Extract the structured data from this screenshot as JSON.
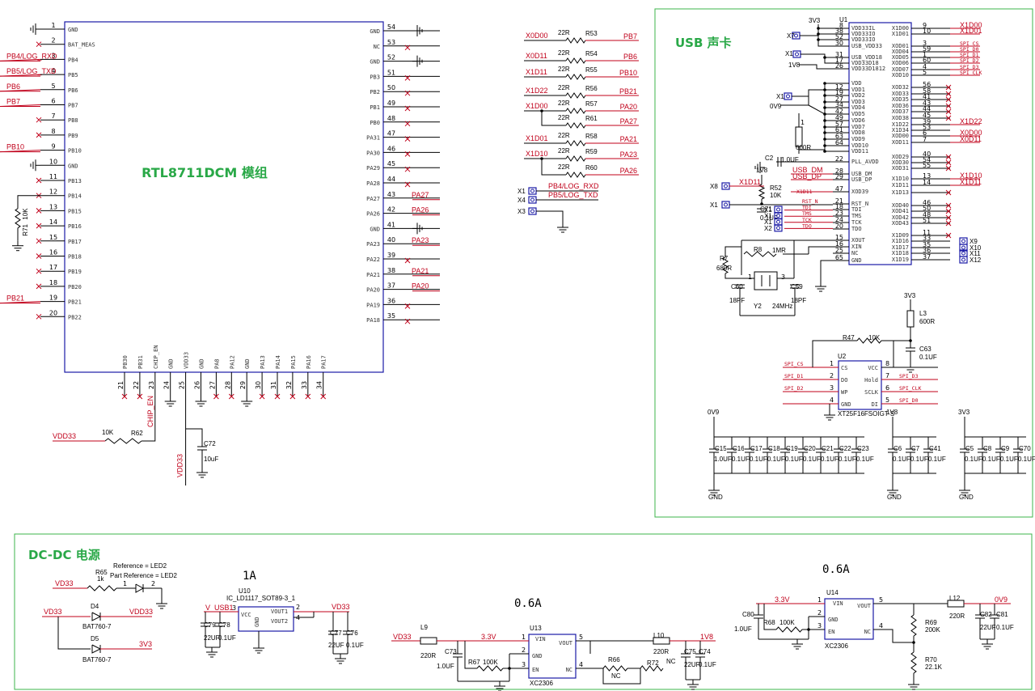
{
  "module": {
    "title": "RTL8711DCM 模组",
    "left_pins": [
      {
        "num": "1",
        "name": "GND",
        "net": ""
      },
      {
        "num": "2",
        "name": "BAT_MEAS",
        "net": ""
      },
      {
        "num": "3",
        "name": "PB4",
        "net": "PB4/LOG_RXD"
      },
      {
        "num": "4",
        "name": "PB5",
        "net": "PB5/LOG_TXD"
      },
      {
        "num": "5",
        "name": "PB6",
        "net": "PB6"
      },
      {
        "num": "6",
        "name": "PB7",
        "net": "PB7"
      },
      {
        "num": "7",
        "name": "PB8",
        "net": ""
      },
      {
        "num": "8",
        "name": "PB9",
        "net": ""
      },
      {
        "num": "9",
        "name": "PB10",
        "net": "PB10"
      },
      {
        "num": "10",
        "name": "GND",
        "net": ""
      },
      {
        "num": "11",
        "name": "PB13",
        "net": ""
      },
      {
        "num": "12",
        "name": "PB14",
        "net": ""
      },
      {
        "num": "13",
        "name": "PB15",
        "net": ""
      },
      {
        "num": "14",
        "name": "PB16",
        "net": ""
      },
      {
        "num": "15",
        "name": "PB17",
        "net": ""
      },
      {
        "num": "16",
        "name": "PB18",
        "net": ""
      },
      {
        "num": "17",
        "name": "PB19",
        "net": ""
      },
      {
        "num": "18",
        "name": "PB20",
        "net": ""
      },
      {
        "num": "19",
        "name": "PB21",
        "net": "PB21"
      },
      {
        "num": "20",
        "name": "PB22",
        "net": ""
      }
    ],
    "right_pins": [
      {
        "num": "54",
        "name": "GND",
        "net": ""
      },
      {
        "num": "53",
        "name": "NC",
        "net": ""
      },
      {
        "num": "52",
        "name": "GND",
        "net": ""
      },
      {
        "num": "51",
        "name": "PB3",
        "net": ""
      },
      {
        "num": "50",
        "name": "PB2",
        "net": ""
      },
      {
        "num": "49",
        "name": "PB1",
        "net": ""
      },
      {
        "num": "48",
        "name": "PB0",
        "net": ""
      },
      {
        "num": "47",
        "name": "PA31",
        "net": ""
      },
      {
        "num": "46",
        "name": "PA30",
        "net": ""
      },
      {
        "num": "45",
        "name": "PA29",
        "net": ""
      },
      {
        "num": "44",
        "name": "PA28",
        "net": ""
      },
      {
        "num": "43",
        "name": "PA27",
        "net": "PA27"
      },
      {
        "num": "42",
        "name": "PA26",
        "net": "PA26"
      },
      {
        "num": "41",
        "name": "GND",
        "net": ""
      },
      {
        "num": "40",
        "name": "PA23",
        "net": "PA23"
      },
      {
        "num": "39",
        "name": "PA22",
        "net": ""
      },
      {
        "num": "38",
        "name": "PA21",
        "net": "PA21"
      },
      {
        "num": "37",
        "name": "PA20",
        "net": "PA20"
      },
      {
        "num": "36",
        "name": "PA19",
        "net": ""
      },
      {
        "num": "35",
        "name": "PA18",
        "net": ""
      }
    ],
    "bottom_pins": [
      {
        "num": "21",
        "name": "PB30"
      },
      {
        "num": "22",
        "name": "PB31"
      },
      {
        "num": "23",
        "name": "CHIP_EN"
      },
      {
        "num": "24",
        "name": "GND"
      },
      {
        "num": "25",
        "name": "VDD33"
      },
      {
        "num": "26",
        "name": "GND"
      },
      {
        "num": "27",
        "name": "PA8"
      },
      {
        "num": "28",
        "name": "PA12"
      },
      {
        "num": "29",
        "name": "GND"
      },
      {
        "num": "30",
        "name": "PA13"
      },
      {
        "num": "31",
        "name": "PA14"
      },
      {
        "num": "32",
        "name": "PA15"
      },
      {
        "num": "33",
        "name": "PA16"
      },
      {
        "num": "34",
        "name": "PA17"
      }
    ],
    "r71": {
      "ref": "R71",
      "val": "10K"
    },
    "r62": {
      "ref": "R62",
      "val": "10K",
      "net": "VDD33"
    },
    "chip_en_net": "CHIP_EN",
    "c72": {
      "ref": "C72",
      "val": "10uF"
    },
    "vdd33_net": "VDD33"
  },
  "resistor_array": [
    {
      "left": "X0D00",
      "val": "22R",
      "ref": "R53",
      "right": "PB7"
    },
    {
      "left": "X0D11",
      "val": "22R",
      "ref": "R54",
      "right": "PB6"
    },
    {
      "left": "X1D11",
      "val": "22R",
      "ref": "R55",
      "right": "PB10"
    },
    {
      "left": "X1D22",
      "val": "22R",
      "ref": "R56",
      "right": "PB21"
    },
    {
      "left": "X1D00",
      "val": "22R",
      "ref": "R57",
      "right": "PA20"
    },
    {
      "left": "",
      "val": "22R",
      "ref": "R61",
      "right": "PA27"
    },
    {
      "left": "X1D01",
      "val": "22R",
      "ref": "R58",
      "right": "PA21"
    },
    {
      "left": "X1D10",
      "val": "22R",
      "ref": "R59",
      "right": "PA23"
    },
    {
      "left": "",
      "val": "22R",
      "ref": "R60",
      "right": "PA26"
    }
  ],
  "headers": {
    "x1": "X1",
    "x4": "X4",
    "x3": "X3",
    "rxd": "PB4/LOG_RXD",
    "txd": "PB5/LOG_TXD"
  },
  "usb": {
    "title": "USB 声卡",
    "u1": "U1",
    "left_pins": [
      [
        "8",
        "VDD33IL"
      ],
      [
        "38",
        "VDD33IO"
      ],
      [
        "52",
        "VDD33IO"
      ],
      [
        "30",
        "USB_VDD33"
      ],
      [
        "31",
        "USB_VDD18"
      ],
      [
        "17",
        "VDD33D18"
      ],
      [
        "26",
        "VDD33D1812"
      ],
      [
        "",
        "VDD"
      ],
      [
        "12",
        "VDD1"
      ],
      [
        "19",
        "VDD2"
      ],
      [
        "27",
        "VDD3"
      ],
      [
        "34",
        "VDD4"
      ],
      [
        "42",
        "VDD5"
      ],
      [
        "49",
        "VDD6"
      ],
      [
        "57",
        "VDD7"
      ],
      [
        "61",
        "VDD8"
      ],
      [
        "63",
        "VDD9"
      ],
      [
        "64",
        "VDD10"
      ],
      [
        "",
        "VDD11"
      ],
      [
        "22",
        "PLL_AVDD"
      ],
      [
        "28",
        "USB_DM"
      ],
      [
        "29",
        "USB_DP"
      ],
      [
        "47",
        "XOD39"
      ],
      [
        "21",
        "RST_N"
      ],
      [
        "18",
        "TDI"
      ],
      [
        "23",
        "TMS"
      ],
      [
        "24",
        "TCK"
      ],
      [
        "20",
        "TDO"
      ],
      [
        "15",
        "XOUT"
      ],
      [
        "16",
        "XIN"
      ],
      [
        "25",
        "NC"
      ],
      [
        "65",
        "GND"
      ]
    ],
    "right_pins": [
      [
        "9",
        "X1D00"
      ],
      [
        "10",
        "X1D01"
      ],
      [
        "3",
        "XOD01"
      ],
      [
        "59",
        "XOD04"
      ],
      [
        "1",
        "XOD05"
      ],
      [
        "60",
        "XOD06"
      ],
      [
        "4",
        "XOD07"
      ],
      [
        "5",
        "XOD10"
      ],
      [
        "56",
        "XOD32"
      ],
      [
        "58",
        "XOD33"
      ],
      [
        "41",
        "XOD35"
      ],
      [
        "43",
        "XOD36"
      ],
      [
        "44",
        "XOD37"
      ],
      [
        "45",
        "XOD38"
      ],
      [
        "39",
        "X1D22"
      ],
      [
        "53",
        "X1D34"
      ],
      [
        "6",
        "XOD00"
      ],
      [
        "7",
        "XOD11"
      ],
      [
        "40",
        "XOD29"
      ],
      [
        "54",
        "XOD30"
      ],
      [
        "55",
        "XOD31"
      ],
      [
        "13",
        "X1D10"
      ],
      [
        "14",
        "X1D11"
      ],
      [
        "",
        "X1D13"
      ],
      [
        "46",
        "XOD40"
      ],
      [
        "50",
        "XOD41"
      ],
      [
        "48",
        "XOD42"
      ],
      [
        "51",
        "XOD43"
      ],
      [
        "11",
        "X1D09"
      ],
      [
        "33",
        "X1D16"
      ],
      [
        "35",
        "X1D17"
      ],
      [
        "36",
        "X1D18"
      ],
      [
        "37",
        "X1D19"
      ]
    ],
    "right_nets": [
      "X1D00",
      "X1D01",
      "SPI_CS",
      "SPI_D0",
      "SPI_D1",
      "SPI_D2",
      "SPI_D3",
      "SPI_CLK",
      "X1D22",
      "X0D00",
      "X0D11",
      "X1D10",
      "X1D11"
    ],
    "pwr": {
      "v33": "3V3",
      "v18": "1V8",
      "v09": "0V9",
      "x7": "X7",
      "x17": "X1",
      "x16": "X1"
    },
    "l_600r": "600R",
    "c2": {
      "ref": "C2",
      "val": "1.0UF"
    },
    "r52": {
      "ref": "R52",
      "val": "10K"
    },
    "c71": {
      "ref": "C71",
      "val": "0.1UF"
    },
    "usb_dm": "USB_DM",
    "usb_dp": "USB_DP",
    "x1d11": "X1D11",
    "x8": "X8",
    "x1b": "X1",
    "jtag": [
      "RST_N",
      "TDI",
      "TMS",
      "TCK",
      "TDO"
    ],
    "jtag_hdr": [
      "X1",
      "X1",
      "X1",
      "X2"
    ],
    "r8": {
      "ref": "R8",
      "val": "1MR"
    },
    "r7": {
      "ref": "R7",
      "val": "680R"
    },
    "c60": {
      "ref": "C60",
      "val": "18PF"
    },
    "c59": {
      "ref": "C59",
      "val": "18PF"
    },
    "y2": {
      "ref": "Y2",
      "val": "24MHz"
    },
    "xhdrs": [
      "X9",
      "X10",
      "X11",
      "X12"
    ],
    "u2": {
      "ref": "U2",
      "part": "XT25F16FSOIGT-S",
      "left": [
        [
          "1",
          "CS",
          "SPI_CS"
        ],
        [
          "2",
          "DO",
          "SPI_D1"
        ],
        [
          "3",
          "WP",
          "SPI_D2"
        ],
        [
          "4",
          "GND",
          ""
        ]
      ],
      "right": [
        [
          "8",
          "VCC",
          ""
        ],
        [
          "7",
          "Hold",
          "SPI_D3"
        ],
        [
          "6",
          "SCLK",
          "SPI_CLK"
        ],
        [
          "5",
          "DI",
          "SPI_D0"
        ]
      ]
    },
    "l3": {
      "ref": "L3",
      "val": "600R"
    },
    "r47": {
      "ref": "R47",
      "val": "10K"
    },
    "c63": {
      "ref": "C63",
      "val": "0.1UF"
    },
    "decap_09": {
      "net": "0V9",
      "caps": [
        [
          "C15",
          "1.0UF"
        ],
        [
          "C16",
          "0.1UF"
        ],
        [
          "C17",
          "0.1UF"
        ],
        [
          "C18",
          "0.1UF"
        ],
        [
          "C19",
          "0.1UF"
        ],
        [
          "C20",
          "0.1UF"
        ],
        [
          "C21",
          "0.1UF"
        ],
        [
          "C22",
          "0.1UF"
        ],
        [
          "C23",
          "0.1UF"
        ]
      ]
    },
    "decap_18": {
      "net": "1V8",
      "caps": [
        [
          "C6",
          "0.1UF"
        ],
        [
          "C7",
          "0.1UF"
        ],
        [
          "C41",
          "0.1UF"
        ]
      ]
    },
    "decap_33": {
      "net": "3V3",
      "caps": [
        [
          "C5",
          "0.1UF"
        ],
        [
          "C8",
          "0.1UF"
        ],
        [
          "C9",
          "0.1UF"
        ],
        [
          "C70",
          "0.1UF"
        ]
      ]
    },
    "gnd": "GND"
  },
  "dcdc": {
    "title": "DC-DC 电源",
    "led": {
      "ref_note": "Reference = LED2",
      "part_note": "Part Reference = LED2",
      "r65": "R65",
      "r65v": "1k",
      "net": "VD33",
      "p1": "1",
      "p2": "2"
    },
    "d4": {
      "ref": "D4",
      "part": "BAT760-7",
      "inNet": "VD33",
      "outNet": "VDD33"
    },
    "d5": {
      "ref": "D5",
      "part": "BAT760-7",
      "outNet": "3V3"
    },
    "u10": {
      "ref": "U10",
      "part": "IC_LD1117_SOT89-3_1",
      "current": "1A",
      "in": "V_USB1",
      "out": "VD33",
      "pins": [
        "VCC",
        "GND",
        "VOUT1",
        "VOUT2"
      ],
      "c79": [
        "C79",
        "22UF"
      ],
      "c78": [
        "C78",
        "0.1UF"
      ],
      "c77": [
        "C77",
        "22UF"
      ],
      "c76": [
        "C76",
        "0.1UF"
      ]
    },
    "u13": {
      "ref": "U13",
      "part": "XC2306",
      "current": "0.6A",
      "in": "VD33",
      "l9": [
        "L9",
        "220R"
      ],
      "net33": "3.3V",
      "c73": [
        "C73",
        "1.0UF"
      ],
      "r67": [
        "R67",
        "100K"
      ],
      "pins": [
        "VIN",
        "GND",
        "EN",
        "VOUT",
        "NC"
      ],
      "r66": [
        "R66",
        "NC"
      ],
      "r72": [
        "R72",
        "NC"
      ],
      "l10": [
        "L10",
        "220R"
      ],
      "c75": [
        "C75",
        "22UF"
      ],
      "c74": [
        "C74",
        "0.1UF"
      ],
      "out": "1V8"
    },
    "u14": {
      "ref": "U14",
      "part": "XC2306",
      "current": "0.6A",
      "net33": "3.3V",
      "c80": [
        "C80",
        "1.0UF"
      ],
      "r68": [
        "R68",
        "100K"
      ],
      "pins": [
        "VIN",
        "GND",
        "EN",
        "VOUT",
        "NC"
      ],
      "r69": [
        "R69",
        "200K"
      ],
      "r70": [
        "R70",
        "22.1K"
      ],
      "l12": [
        "L12",
        "220R"
      ],
      "c82": [
        "C82",
        "22UF"
      ],
      "c81": [
        "C81",
        "0.1UF"
      ],
      "out": "0V9"
    }
  }
}
